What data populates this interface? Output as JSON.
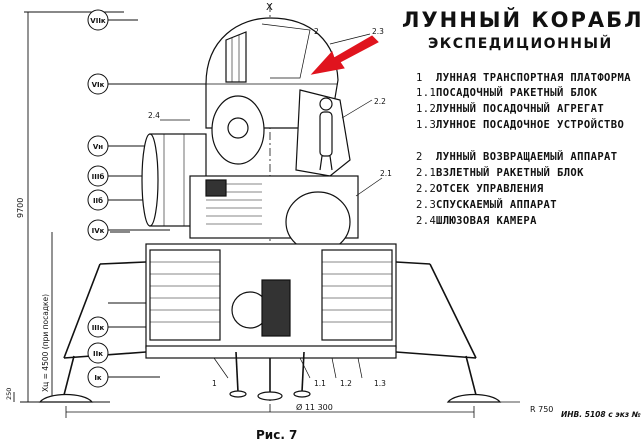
{
  "title": {
    "main": "ЛУННЫЙ  КОРАБЛЬ",
    "sub": "ЭКСПЕДИЦИОННЫЙ"
  },
  "legend": [
    {
      "num": "1",
      "text": "ЛУННАЯ ТРАНСПОРТНАЯ ПЛАТФОРМА"
    },
    {
      "num": "1.1",
      "text": "ПОСАДОЧНЫЙ РАКЕТНЫЙ БЛОК"
    },
    {
      "num": "1.2",
      "text": "ЛУННЫЙ ПОСАДОЧНЫЙ АГРЕГАТ"
    },
    {
      "num": "1.3",
      "text": "ЛУННОЕ ПОСАДОЧНОЕ УСТРОЙСТВО"
    },
    {
      "num": "2",
      "text": "ЛУННЫЙ ВОЗВРАЩАЕМЫЙ АППАРАТ"
    },
    {
      "num": "2.1",
      "text": "ВЗЛЕТНЫЙ РАКЕТНЫЙ БЛОК"
    },
    {
      "num": "2.2",
      "text": "ОТСЕК УПРАВЛЕНИЯ"
    },
    {
      "num": "2.3",
      "text": "СПУСКАЕМЫЙ АППАРАТ"
    },
    {
      "num": "2.4",
      "text": "ШЛЮЗОВАЯ КАМЕРА"
    }
  ],
  "callouts": {
    "c2": "2",
    "c23": "2.3",
    "c22": "2.2",
    "c24": "2.4",
    "c21": "2.1",
    "c1": "1",
    "c11": "1.1",
    "c12": "1.2",
    "c13": "1.3"
  },
  "section_markers": [
    "VIIк",
    "VIк",
    "Vн",
    "IIIб",
    "IIб",
    "IVк",
    "IIIк",
    "IIк",
    "Iк"
  ],
  "dimensions": {
    "height_total": "9700",
    "height_lower": "Хц = 4500 (при посадке)",
    "base": "250",
    "diameter": "Ø 11 300",
    "radius": "R 750",
    "axis": "X"
  },
  "caption": "Рис. 7",
  "inventory": "ИНВ. 5108 с  экз №",
  "colors": {
    "ink": "#111111",
    "arrow": "#e0141e",
    "shade": "#333333"
  }
}
